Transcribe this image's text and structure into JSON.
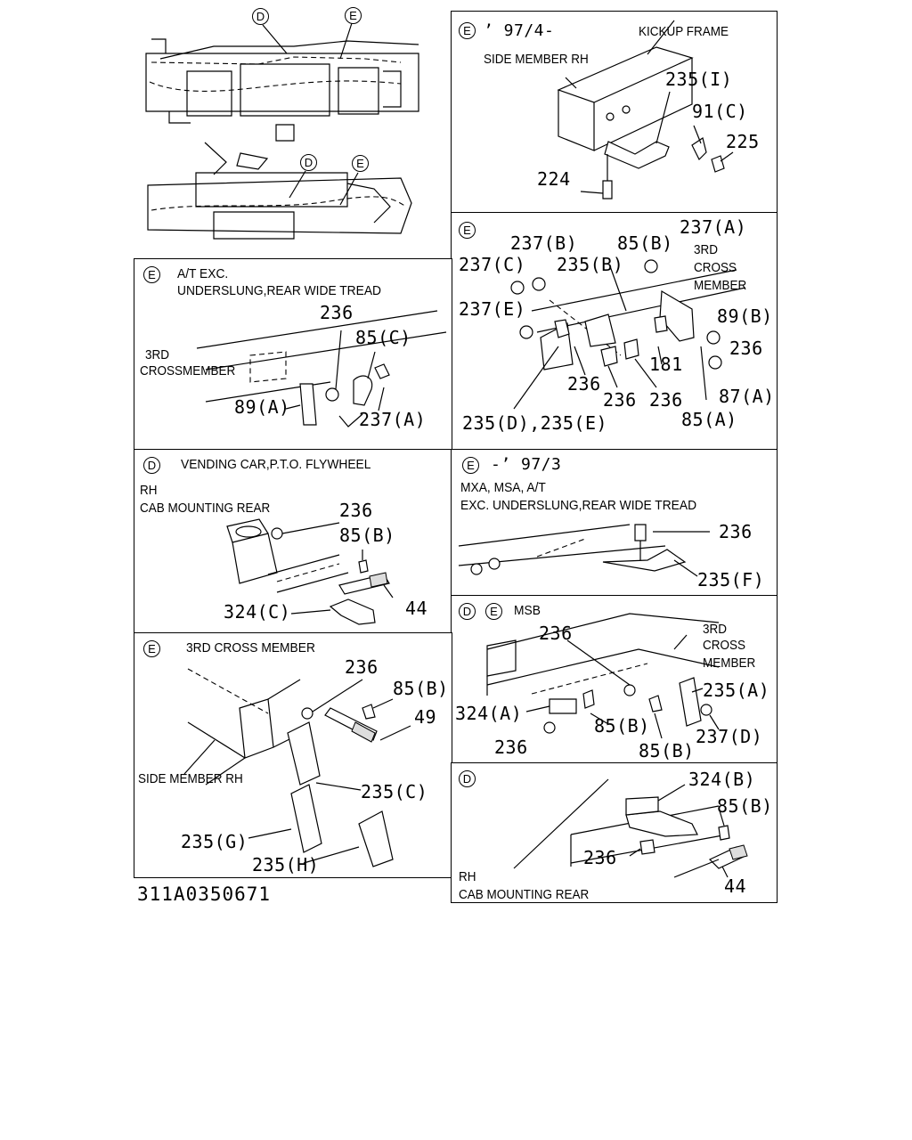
{
  "overview": {
    "top_view_callouts": [
      "D",
      "E"
    ],
    "side_view_callouts": [
      "D",
      "E"
    ]
  },
  "panels": {
    "kickup": {
      "ref": "E",
      "date": "’ 97/4-",
      "labels": [
        "KICKUP FRAME",
        "SIDE MEMBER RH"
      ],
      "parts": [
        "235(I)",
        "91(C)",
        "225",
        "224"
      ]
    },
    "third_cross": {
      "ref": "E",
      "labels": [
        "3RD",
        "CROSS",
        "MEMBER"
      ],
      "parts": [
        "237(A)",
        "237(B)",
        "85(B)",
        "237(C)",
        "235(B)",
        "237(E)",
        "89(B)",
        "236",
        "181",
        "236",
        "236",
        "236",
        "87(A)",
        "235(D),235(E)",
        "85(A)"
      ]
    },
    "at_exc": {
      "ref": "E",
      "title_lines": [
        "A/T  EXC.",
        "UNDERSLUNG,REAR WIDE TREAD"
      ],
      "labels": [
        "3RD",
        "CROSSMEMBER"
      ],
      "parts": [
        "236",
        "85(C)",
        "89(A)",
        "237(A)"
      ]
    },
    "vending": {
      "ref": "D",
      "title": "VENDING CAR,P.T.O. FLYWHEEL",
      "labels": [
        "RH",
        "CAB MOUNTING REAR"
      ],
      "parts": [
        "236",
        "85(B)",
        "324(C)",
        "44"
      ]
    },
    "to_97_3": {
      "ref": "E",
      "date": "-’ 97/3",
      "title_lines": [
        "MXA, MSA, A/T",
        "EXC. UNDERSLUNG,REAR WIDE TREAD"
      ],
      "parts": [
        "236",
        "235(F)"
      ]
    },
    "msb": {
      "refs": [
        "D",
        "E"
      ],
      "title": "MSB",
      "labels": [
        "3RD",
        "CROSS",
        "MEMBER"
      ],
      "parts": [
        "236",
        "235(A)",
        "324(A)",
        "85(B)",
        "236",
        "85(B)",
        "237(D)"
      ]
    },
    "cross_member": {
      "ref": "E",
      "title": "3RD  CROSS MEMBER",
      "labels": [
        "SIDE MEMBER RH"
      ],
      "parts": [
        "236",
        "85(B)",
        "49",
        "235(C)",
        "235(G)",
        "235(H)"
      ]
    },
    "cab_rear": {
      "ref": "D",
      "labels": [
        "RH",
        "CAB MOUNTING REAR"
      ],
      "parts": [
        "324(B)",
        "85(B)",
        "236",
        "44"
      ]
    }
  },
  "footer": {
    "code": "311A0350671"
  }
}
